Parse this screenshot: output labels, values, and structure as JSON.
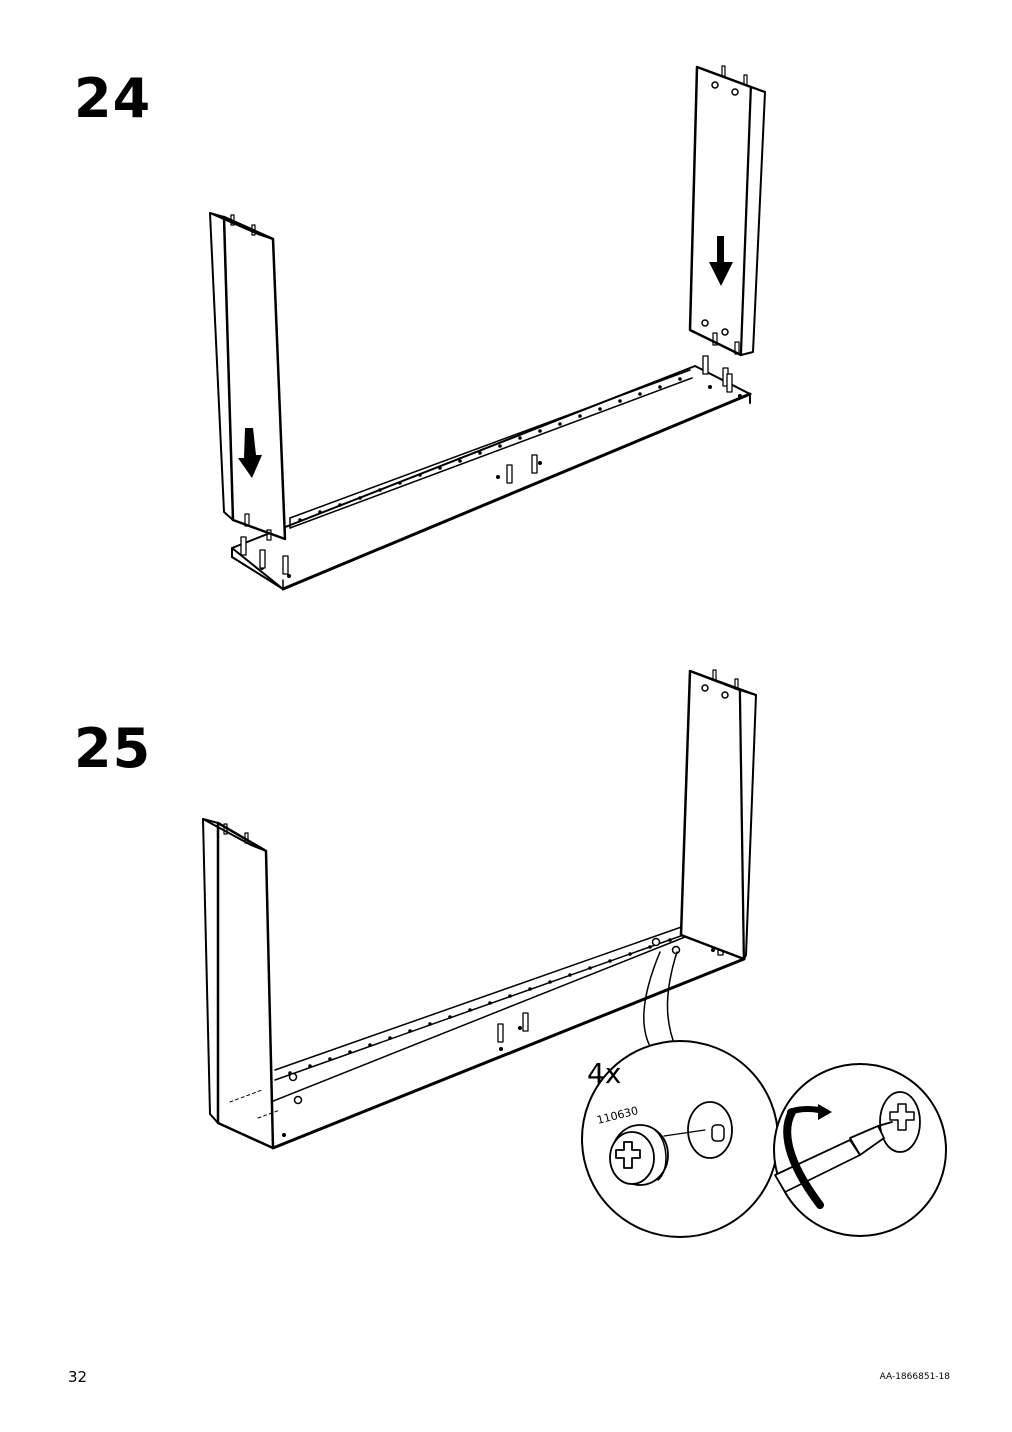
{
  "page": {
    "page_number": "32",
    "document_code": "AA-1866851-18"
  },
  "steps": [
    {
      "number": "24"
    },
    {
      "number": "25",
      "callout": {
        "quantity": "4x",
        "part_number": "110630"
      }
    }
  ],
  "icons": [
    "down-arrow-icon",
    "down-arrow-icon",
    "cam-lock-icon",
    "screwdriver-icon"
  ]
}
